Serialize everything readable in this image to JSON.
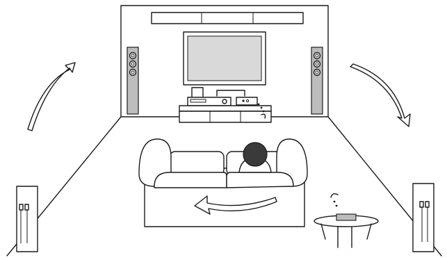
{
  "diagram": {
    "kind": "home-theater-surround-sound-setup",
    "components": [
      {
        "name": "soundbar",
        "icon": "soundbar-icon"
      },
      {
        "name": "television",
        "icon": "tv-icon"
      },
      {
        "name": "front-left-speaker",
        "icon": "tower-speaker-icon"
      },
      {
        "name": "front-right-speaker",
        "icon": "tower-speaker-icon"
      },
      {
        "name": "av-receiver",
        "icon": "receiver-icon"
      },
      {
        "name": "subwoofer-console",
        "icon": "console-icon"
      },
      {
        "name": "sofa",
        "icon": "sofa-icon"
      },
      {
        "name": "listener",
        "icon": "person-icon"
      },
      {
        "name": "surround-left-speaker",
        "icon": "rear-speaker-icon"
      },
      {
        "name": "surround-right-speaker",
        "icon": "rear-speaker-icon"
      },
      {
        "name": "wireless-receiver-hub",
        "icon": "wireless-hub-icon"
      },
      {
        "name": "side-table",
        "icon": "table-icon"
      }
    ],
    "sound_arrows": [
      "arrow-front-left",
      "arrow-front-right",
      "arrow-rear-surround"
    ],
    "colors": {
      "line": "#1a1a1a",
      "fill": "#ffffff",
      "screen": "#d9d9d9",
      "speaker": "#bdbdbd",
      "hair": "#3a3a3a"
    }
  }
}
